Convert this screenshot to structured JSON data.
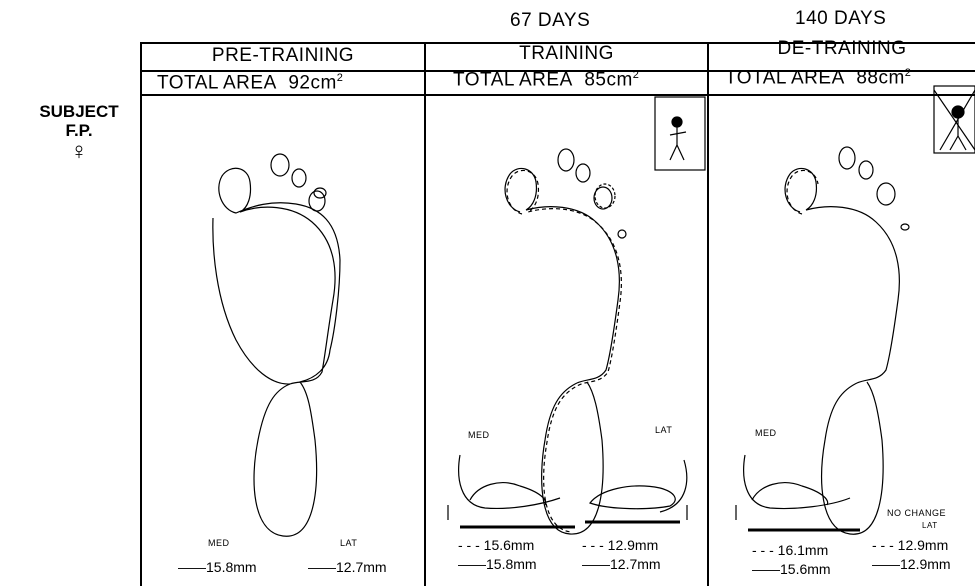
{
  "header": {
    "days_training": "67 DAYS",
    "days_detraining": "140 DAYS"
  },
  "columns": [
    {
      "title": "PRE-TRAINING",
      "area_label": "TOTAL AREA",
      "area_value": "92cm",
      "area_sup": "2"
    },
    {
      "title": "TRAINING",
      "area_label": "TOTAL AREA",
      "area_value": "85cm",
      "area_sup": "2"
    },
    {
      "title": "DE-TRAINING",
      "area_label": "TOTAL AREA",
      "area_value": "88cm",
      "area_sup": "2"
    }
  ],
  "subject": {
    "line1": "SUBJECT",
    "line2": "F.P.",
    "symbol": "♀"
  },
  "pre": {
    "med": "MED",
    "lat": "LAT",
    "med_value": "15.8mm",
    "lat_value": "12.7mm"
  },
  "training": {
    "med": "MED",
    "lat": "LAT",
    "med_dashed": "15.6mm",
    "lat_dashed": "12.9mm",
    "med_solid": "15.8mm",
    "lat_solid": "12.7mm"
  },
  "detraining": {
    "med": "MED",
    "no_change": "NO CHANGE",
    "lat": "LAT",
    "med_dashed": "16.1mm",
    "lat_dashed": "12.9mm",
    "med_solid": "15.6mm",
    "lat_solid": "12.9mm"
  }
}
